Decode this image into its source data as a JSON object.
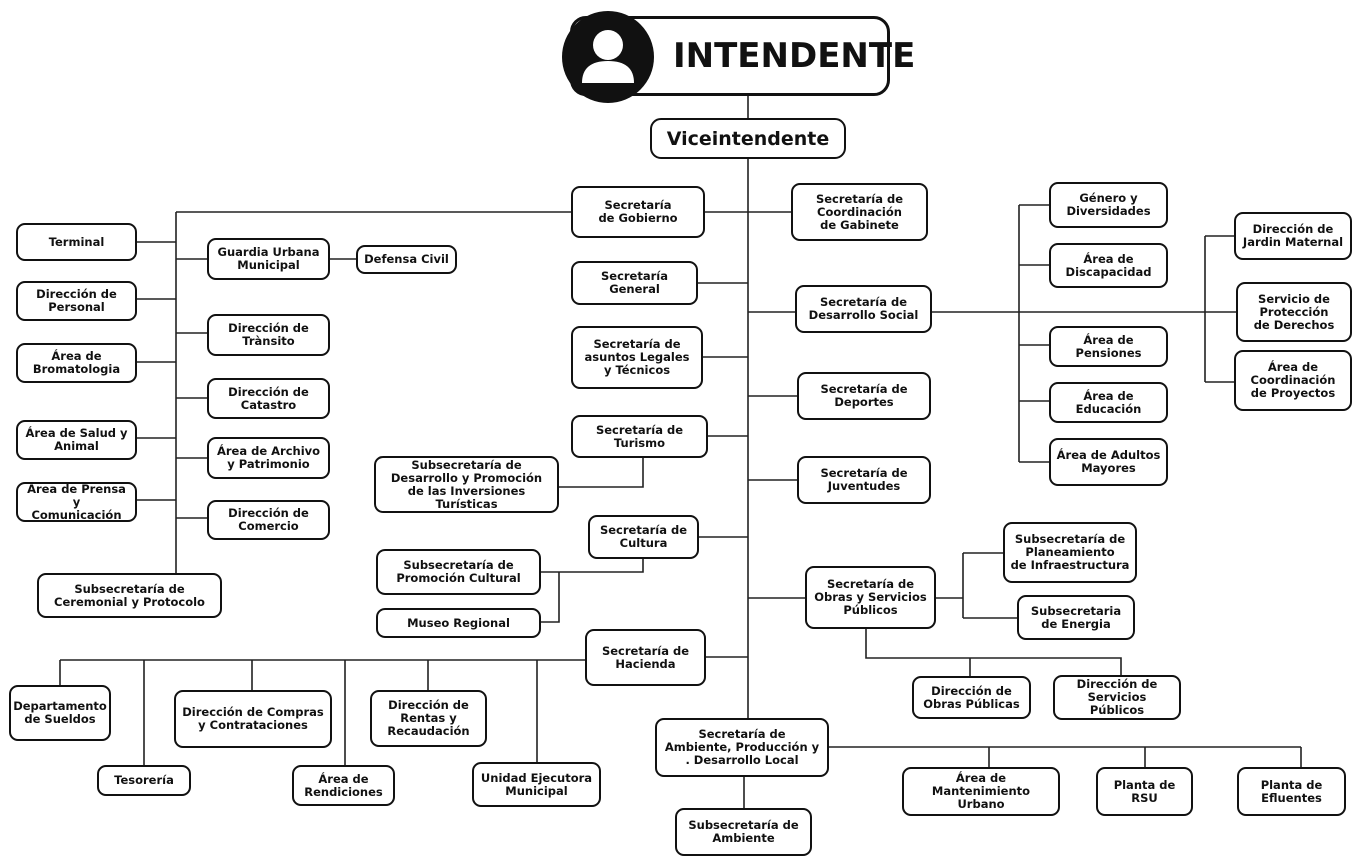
{
  "org": {
    "intendente": "INTENDENTE",
    "viceintendente": "Viceintendente",
    "boxes": {
      "sec_gobierno": "Secretaría\nde Gobierno",
      "sec_coord_gabinete": "Secretaría de\nCoordinación\nde Gabinete",
      "terminal": "Terminal",
      "guardia_urbana": "Guardia Urbana\nMunicipal",
      "defensa_civil": "Defensa Civil",
      "dir_personal": "Dirección de\nPersonal",
      "dir_transito": "Dirección de\nTrànsito",
      "area_bromatologia": "Área de\nBromatologia",
      "dir_catastro": "Dirección de\nCatastro",
      "area_salud_animal": "Área de Salud y\nAnimal",
      "area_archivo": "Área de Archivo\ny Patrimonio",
      "area_prensa": "Área de Prensa y\nComunicación",
      "dir_comercio": "Dirección de\nComercio",
      "subsec_ceremonial": "Subsecretaría de\nCeremonial y Protocolo",
      "sec_general": "Secretaría\nGeneral",
      "sec_legales": "Secretaría de\nasuntos Legales\ny Técnicos",
      "sec_turismo": "Secretaría de\nTurismo",
      "subsec_inversiones": "Subsecretaría de\nDesarrollo y Promoción\nde las Inversiones Turísticas",
      "sec_cultura": "Secretaría de\nCultura",
      "subsec_promocion_cultural": "Subsecretaría de\nPromoción Cultural",
      "museo": "Museo Regional",
      "sec_hacienda": "Secretaría de\nHacienda",
      "depto_sueldos": "Departamento\nde Sueldos",
      "tesoreria": "Tesorería",
      "dir_compras": "Dirección de Compras\ny Contrataciones",
      "area_rendiciones": "Área de\nRendiciones",
      "dir_rentas": "Dirección de\nRentas y\nRecaudación",
      "unidad_ejecutora": "Unidad Ejecutora\nMunicipal",
      "sec_desarrollo_social": "Secretaría de\nDesarrollo Social",
      "genero": "Género y\nDiversidades",
      "discapacidad": "Área de\nDiscapacidad",
      "pensiones": "Área de\nPensiones",
      "educacion": "Área de\nEducación",
      "adultos_mayores": "Área de Adultos\nMayores",
      "jardin": "Dirección de\nJardin Maternal",
      "proteccion": "Servicio de\nProtección\nde Derechos",
      "coord_proyectos": "Área de\nCoordinación\nde Proyectos",
      "sec_deportes": "Secretaría de\nDeportes",
      "sec_juventudes": "Secretaría de\nJuventudes",
      "sec_obras": "Secretaría de\nObras y Servicios\nPúblicos",
      "subsec_planeamiento": "Subsecretaría de\nPlaneamiento\nde Infraestructura",
      "subsec_energia": "Subsecretaria\nde Energia",
      "dir_obras": "Dirección de\nObras Públicas",
      "dir_servicios": "Dirección de\nServicios Públicos",
      "sec_ambiente": "Secretaría de\nAmbiente, Producción y\n. Desarrollo Local",
      "subsec_ambiente": "Subsecretaría de\nAmbiente",
      "mantenimiento": "Área de\nMantenimiento Urbano",
      "planta_rsu": "Planta de\nRSU",
      "planta_efluentes": "Planta de\nEfluentes"
    }
  }
}
